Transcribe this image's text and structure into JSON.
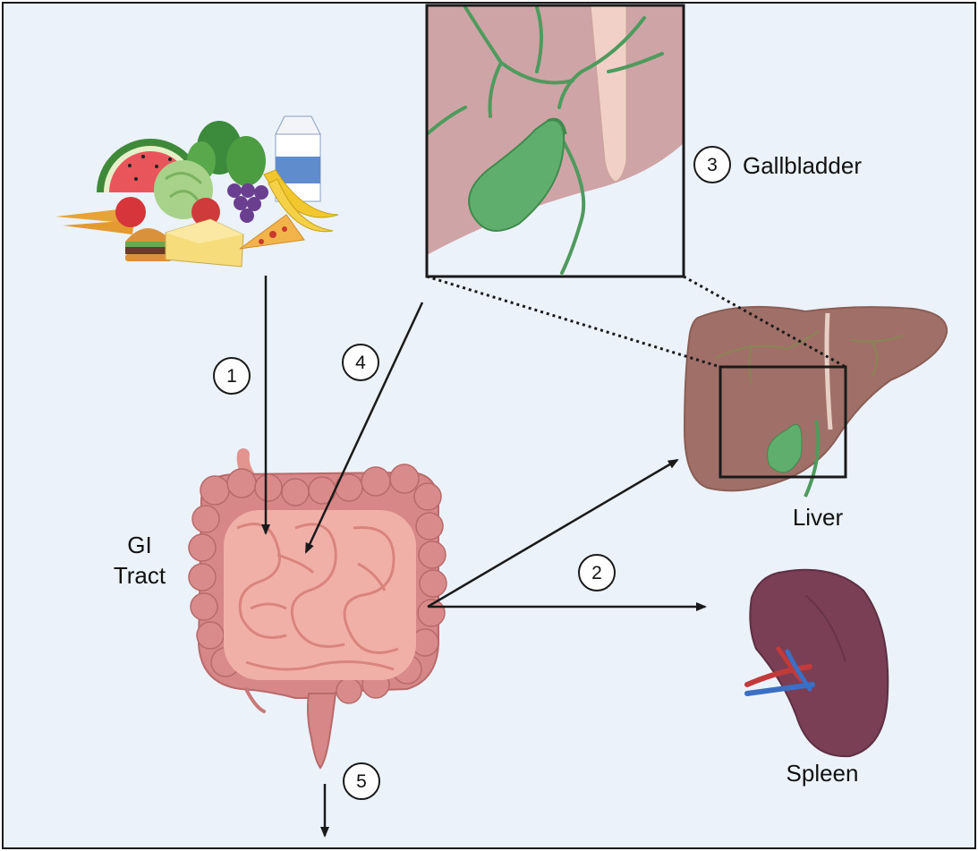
{
  "labels": {
    "gallbladder": "Gallbladder",
    "liver": "Liver",
    "spleen": "Spleen",
    "gi_line1": "GI",
    "gi_line2": "Tract"
  },
  "steps": [
    "1",
    "2",
    "3",
    "4",
    "5"
  ],
  "colors": {
    "background": "#ebf2f9",
    "border": "#1a1a1a",
    "arrow": "#1a1a1a",
    "liver": "#a07068",
    "gallbladder": "#5fae6e",
    "bile_duct": "#4f9a5d",
    "intestine": "#e3999a",
    "colon": "#d78787",
    "spleen": "#7a3f55"
  },
  "icons": [
    "food-icon",
    "gallbladder-icon",
    "liver-icon",
    "gi-tract-icon",
    "spleen-icon"
  ]
}
